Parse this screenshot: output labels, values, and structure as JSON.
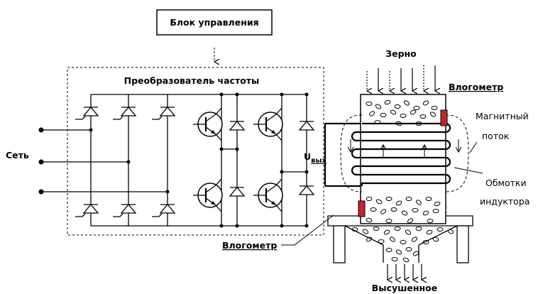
{
  "labels": {
    "control_block": "Блок управления",
    "converter": "Преобразователь частоты",
    "network": "Сеть",
    "u_out_main": "U",
    "u_out_sub": "вых",
    "grain": "Зерно",
    "moisture_meter_top": "Влогометр",
    "magnetic_flux_line1": "Магнитный",
    "magnetic_flux_line2": "поток",
    "inductor_windings_line1": "Обмотки",
    "inductor_windings_line2": "индуктора",
    "moisture_meter_bottom": "Влогометр",
    "dried": "Высушенное"
  },
  "colors": {
    "sensor": "#c0262b",
    "line": "#000000",
    "spellcheck": "#dd1111"
  }
}
